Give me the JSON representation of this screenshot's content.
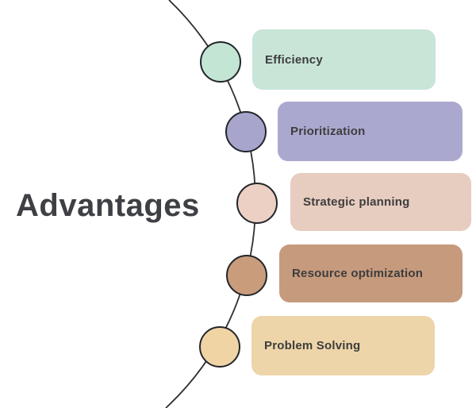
{
  "title": "Advantages",
  "title_color": "#3f4045",
  "text_color": "#3d3d3d",
  "line": {
    "color": "#2e2e2e"
  },
  "circle_border_color": "#22262b",
  "items": [
    {
      "label": "Efficiency",
      "box_color": "#c8e5d8",
      "circle_color": "#c3e5d4"
    },
    {
      "label": "Prioritization",
      "box_color": "#aba8d0",
      "circle_color": "#a8a5cd"
    },
    {
      "label": "Strategic planning",
      "box_color": "#e7ccc0",
      "circle_color": "#ecd0c4"
    },
    {
      "label": "Resource optimization",
      "box_color": "#c69a7c",
      "circle_color": "#c99c7c"
    },
    {
      "label": "Problem Solving",
      "box_color": "#eed5a9",
      "circle_color": "#f1d4a4"
    }
  ]
}
